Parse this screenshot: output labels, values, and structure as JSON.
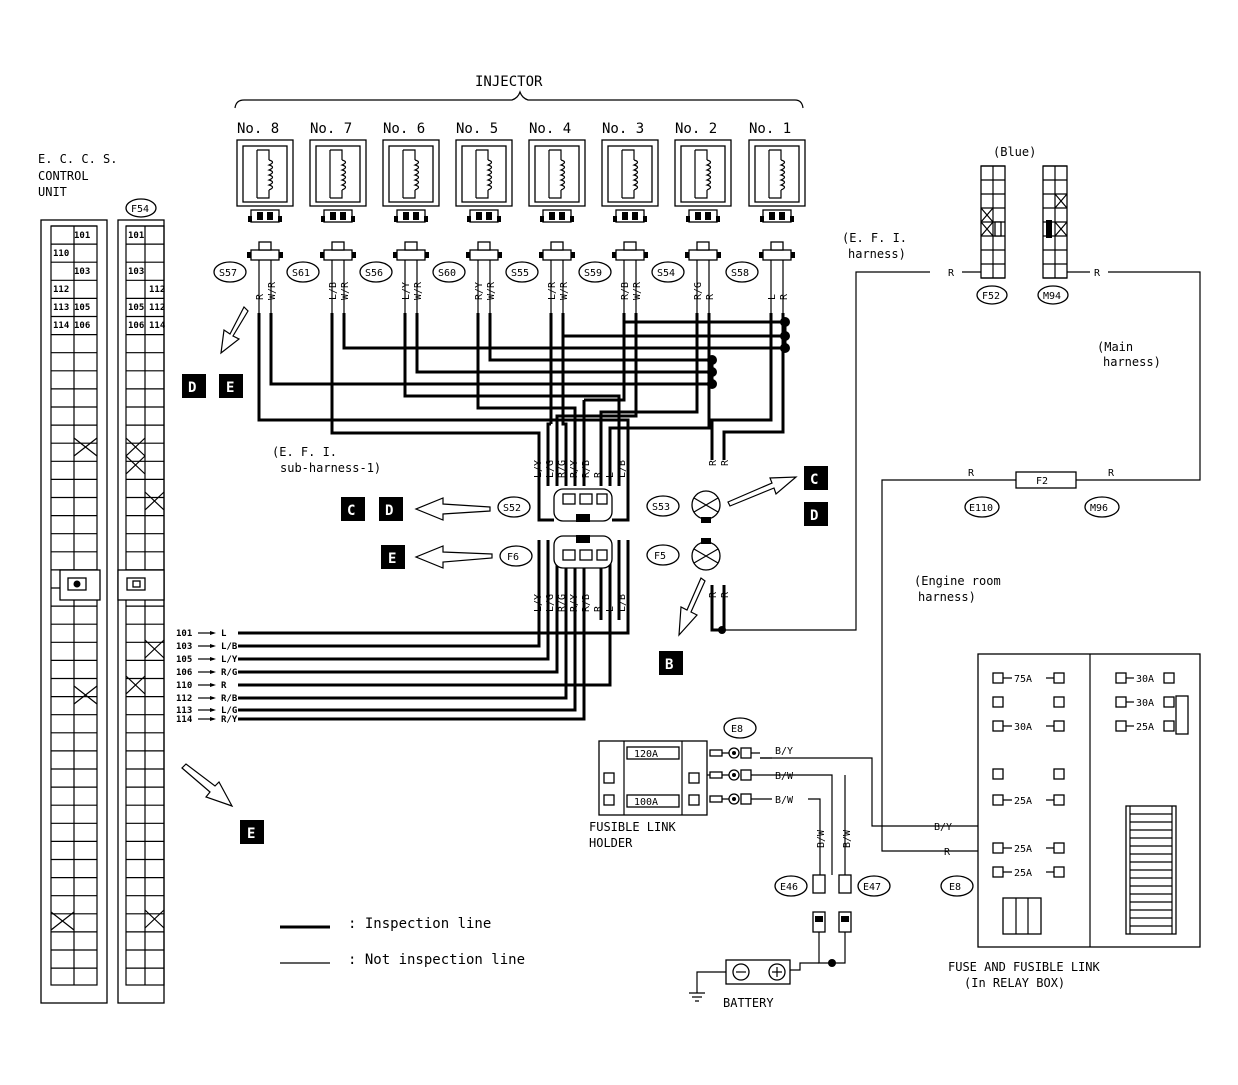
{
  "title": "INJECTOR",
  "injectors": [
    "No. 8",
    "No. 7",
    "No. 6",
    "No. 5",
    "No. 4",
    "No. 3",
    "No. 2",
    "No. 1"
  ],
  "injector_connectors": [
    "S57",
    "S61",
    "S56",
    "S60",
    "S55",
    "S59",
    "S54",
    "S58"
  ],
  "injector_wires": [
    [
      "R",
      "W/R"
    ],
    [
      "L/B",
      "W/R"
    ],
    [
      "L/Y",
      "W/R"
    ],
    [
      "R/Y",
      "W/R"
    ],
    [
      "L/R",
      "W/R"
    ],
    [
      "R/B",
      "W/R"
    ],
    [
      "R/G",
      "R"
    ],
    [
      "L",
      "R"
    ]
  ],
  "eccs": {
    "title_lines": [
      "E. C. C. S.",
      "CONTROL",
      "UNIT"
    ],
    "connector": "F54",
    "pins_left": [
      "101",
      "110",
      "103",
      "112",
      "113",
      "105",
      "114",
      "106"
    ],
    "pins_right": [
      "101",
      "103",
      "112",
      "105",
      "112",
      "106",
      "114"
    ]
  },
  "blue_label": "(Blue)",
  "connectors_top": [
    "F52",
    "M94"
  ],
  "efi_harness": [
    "(E. F. I.",
    "harness)"
  ],
  "main_harness": [
    "(Main",
    "harness)"
  ],
  "efi_sub_harness": [
    "(E. F. I.",
    "sub-harness-1)"
  ],
  "sub_wires_top": [
    "L/Y",
    "L/G",
    "R/G",
    "R/Y",
    "R/B",
    "R",
    "L",
    "L/B"
  ],
  "sub_wires_bottom": [
    "L/Y",
    "L/G",
    "R/G",
    "R/Y",
    "R/B",
    "R",
    "L",
    "L/B"
  ],
  "junction_connectors": {
    "s52": "S52",
    "f6": "F6",
    "s53": "S53",
    "f5": "F5"
  },
  "rr_labels": [
    "R",
    "R"
  ],
  "ref_letters": {
    "de": [
      "D",
      "E"
    ],
    "cd_left": [
      "C",
      "D"
    ],
    "e_left": "E",
    "c_right": "C",
    "d_right": "D",
    "b": "B",
    "e_bottom": "E"
  },
  "fuse_link": {
    "left_label": "R",
    "right_label": "R",
    "name": "F2",
    "conn_left": "E110",
    "conn_right": "M96"
  },
  "engine_room_harness": [
    "(Engine room",
    "harness)"
  ],
  "terminal_rows": [
    {
      "pin": "101",
      "color": "L"
    },
    {
      "pin": "103",
      "color": "L/B"
    },
    {
      "pin": "105",
      "color": "L/Y"
    },
    {
      "pin": "106",
      "color": "R/G"
    },
    {
      "pin": "110",
      "color": "R"
    },
    {
      "pin": "112",
      "color": "R/B"
    },
    {
      "pin": "113",
      "color": "L/G"
    },
    {
      "pin": "114",
      "color": "R/Y"
    }
  ],
  "fusible_link_holder": {
    "label": [
      "FUSIBLE LINK",
      "HOLDER"
    ],
    "ratings": [
      "120A",
      "100A"
    ],
    "connector": "E8",
    "wires": [
      "B/Y",
      "B/W",
      "B/W"
    ]
  },
  "battery": {
    "label": "BATTERY",
    "connectors": [
      "E46",
      "E47"
    ],
    "wires": [
      "B/W",
      "B/W"
    ]
  },
  "relay_box": {
    "label": [
      "FUSE AND FUSIBLE LINK",
      "(In RELAY BOX)"
    ],
    "connector": "E8",
    "left_fuses": [
      "75A",
      "30A",
      "25A",
      "25A",
      "25A"
    ],
    "right_fuses": [
      "30A",
      "30A",
      "25A"
    ],
    "wire_by": "B/Y",
    "wire_r": "R"
  },
  "legend": [
    {
      "style": "thick",
      "label": ": Inspection line"
    },
    {
      "style": "thin",
      "label": ": Not inspection line"
    }
  ]
}
